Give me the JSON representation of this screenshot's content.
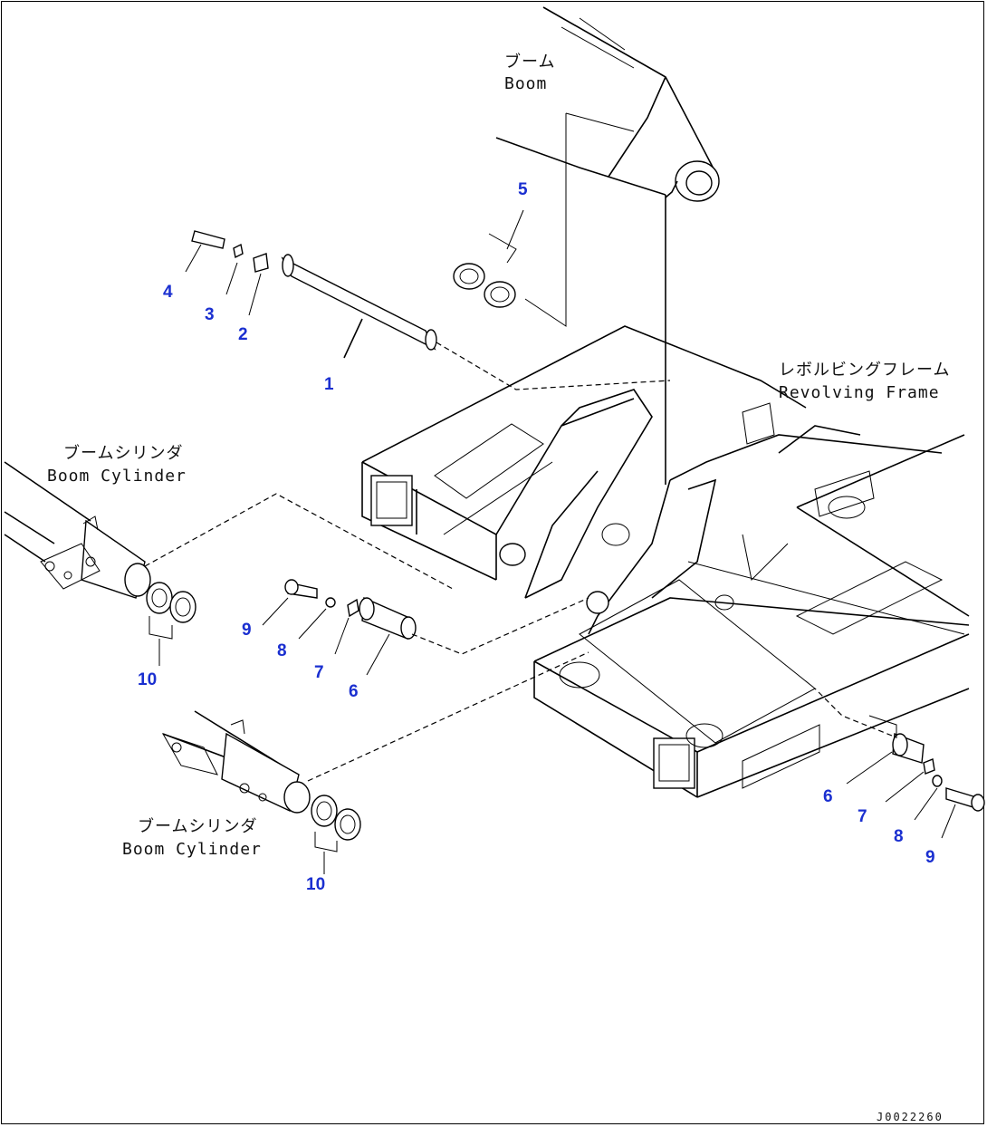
{
  "labels": {
    "boom_ja": "ブーム",
    "boom_en": "Boom",
    "revolving_frame_ja": "レボルビングフレーム",
    "revolving_frame_en": "Revolving Frame",
    "boom_cylinder_upper_ja": "ブームシリンダ",
    "boom_cylinder_upper_en": "Boom Cylinder",
    "boom_cylinder_lower_ja": "ブームシリンダ",
    "boom_cylinder_lower_en": "Boom Cylinder"
  },
  "callouts": {
    "c1": "1",
    "c2": "2",
    "c3": "3",
    "c4": "4",
    "c5": "5",
    "c6_center": "6",
    "c7_center": "7",
    "c8_center": "8",
    "c9_center": "9",
    "c10_upper": "10",
    "c6_right": "6",
    "c7_right": "7",
    "c8_right": "8",
    "c9_right": "9",
    "c10_lower": "10"
  },
  "drawing_code": "J0022260",
  "colors": {
    "callout": "#1a2fd0",
    "line": "#000000",
    "background": "#ffffff"
  }
}
